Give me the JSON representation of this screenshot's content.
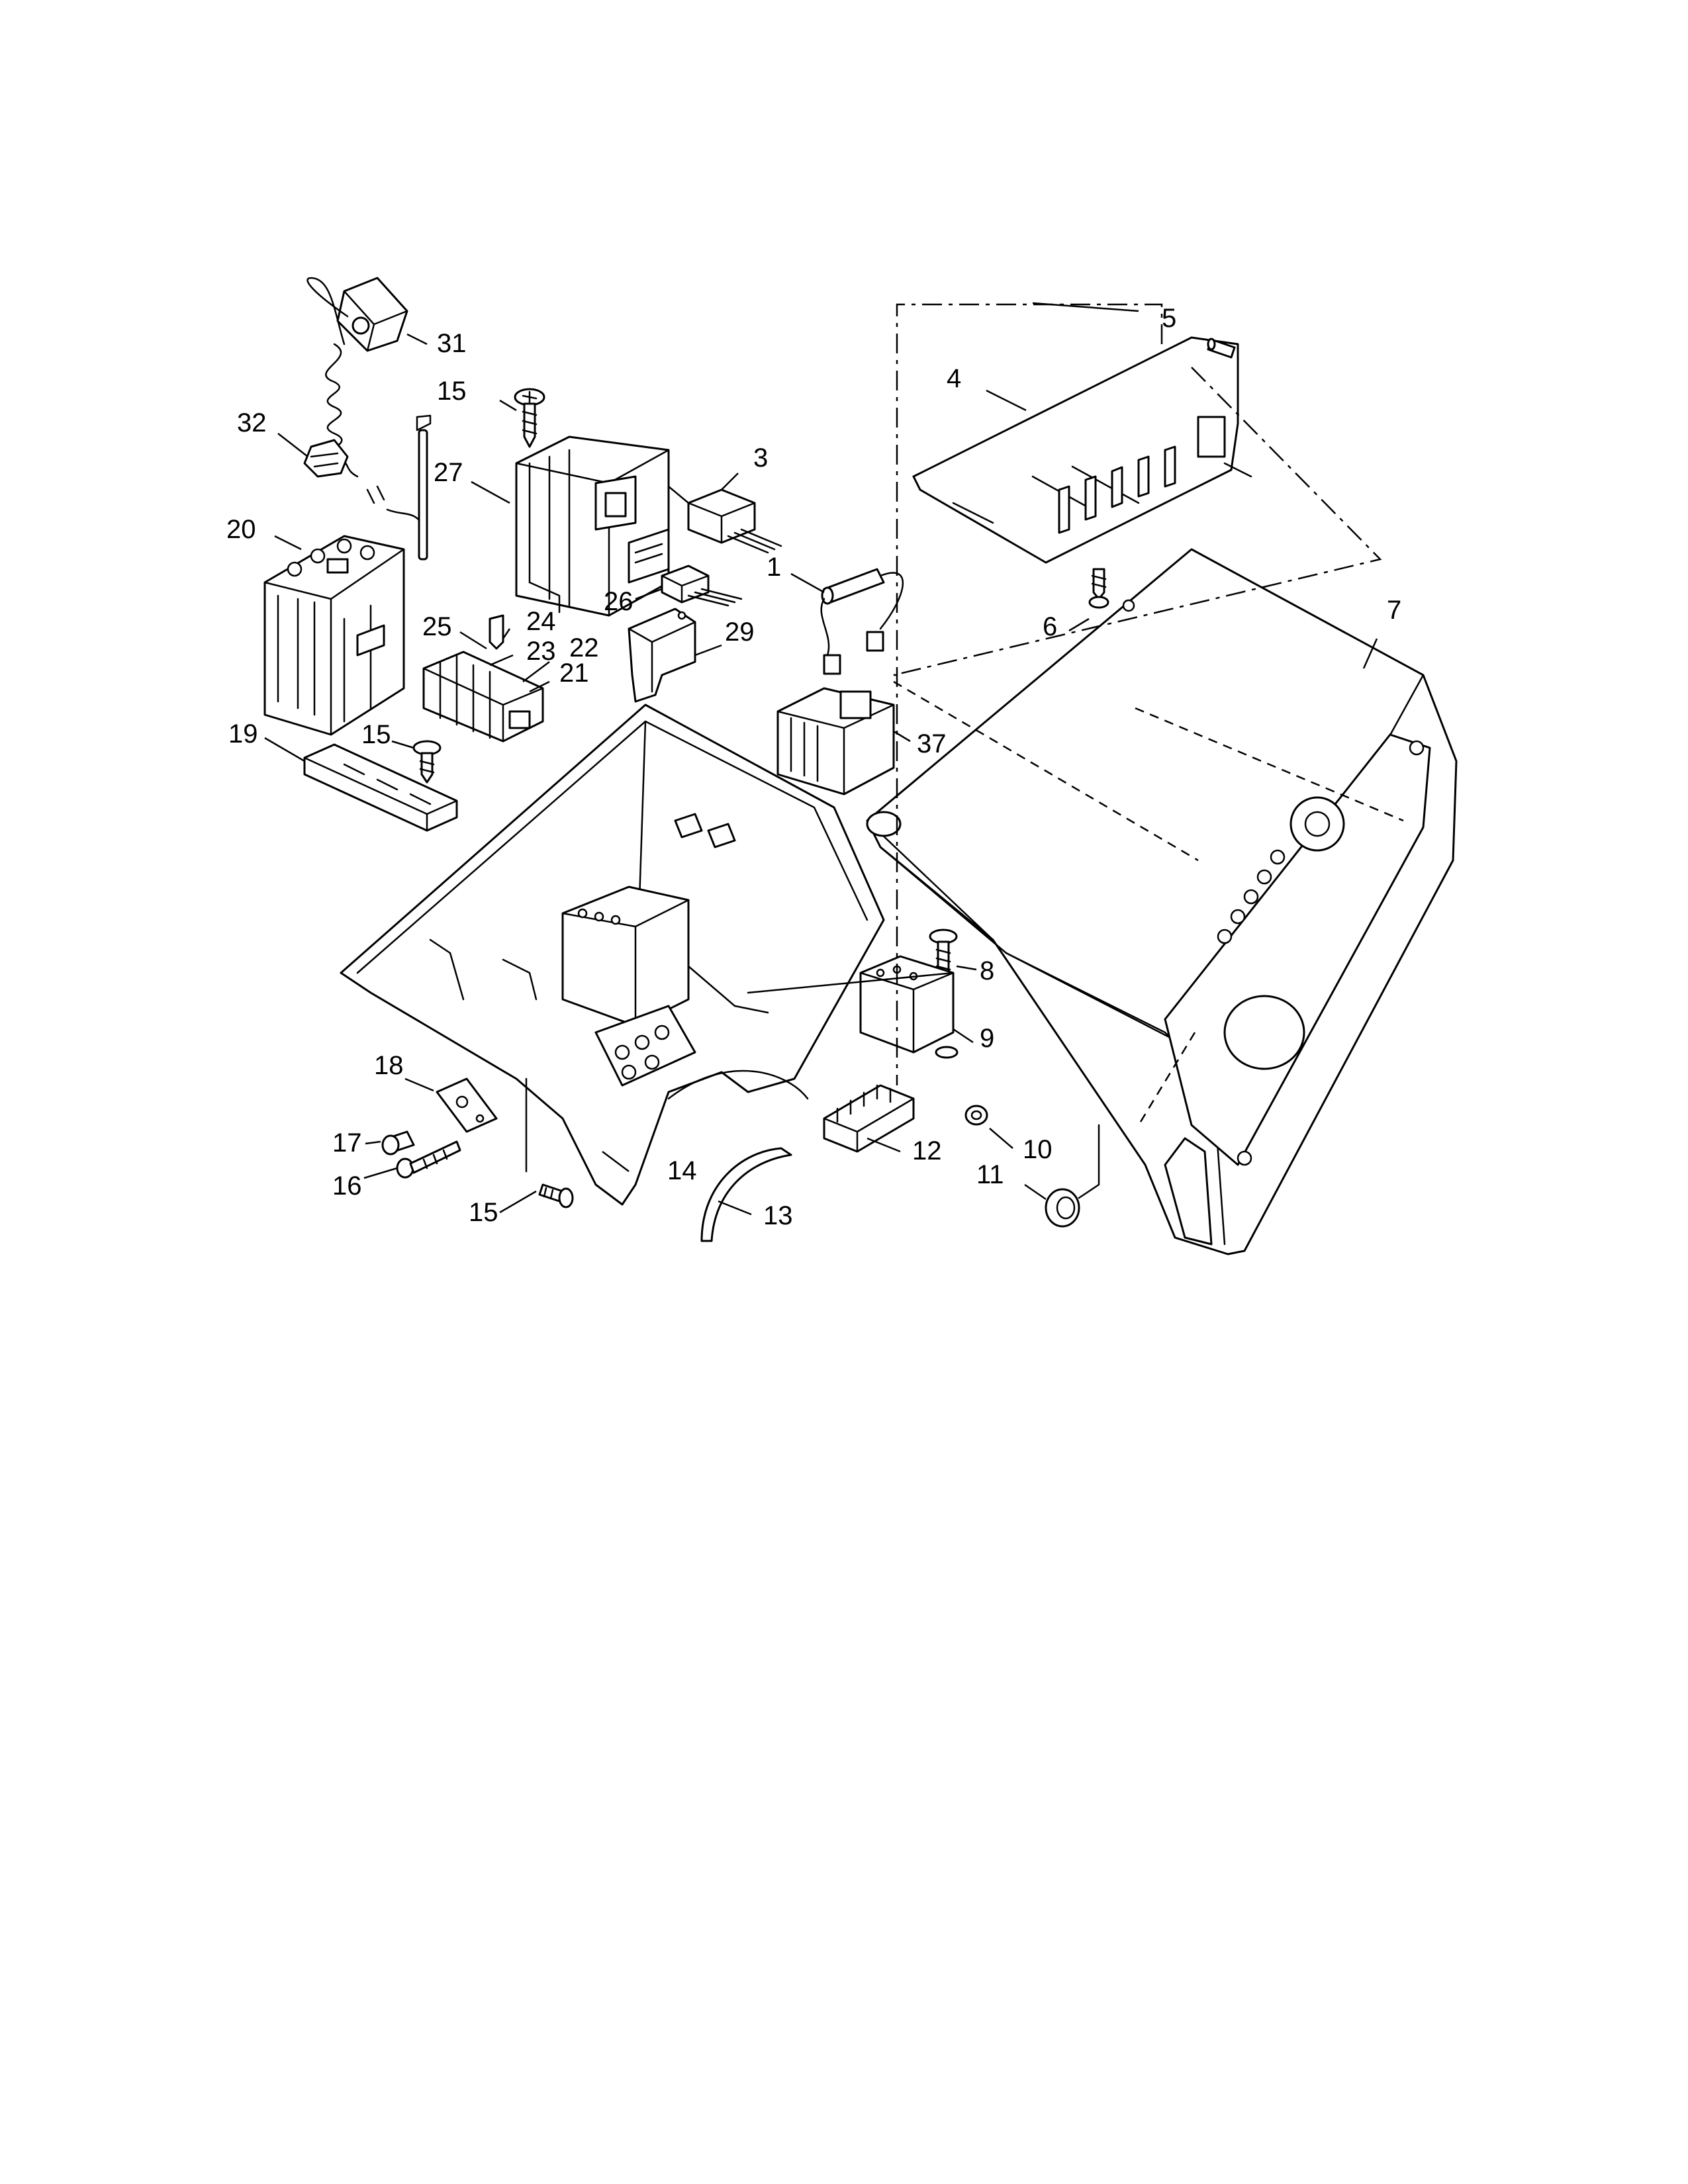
{
  "diagram": {
    "callouts": [
      {
        "id": "c31",
        "text": "31"
      },
      {
        "id": "c15a",
        "text": "15"
      },
      {
        "id": "c32",
        "text": "32"
      },
      {
        "id": "c27",
        "text": "27"
      },
      {
        "id": "c3",
        "text": "3"
      },
      {
        "id": "c20",
        "text": "20"
      },
      {
        "id": "c1",
        "text": "1"
      },
      {
        "id": "c26",
        "text": "26"
      },
      {
        "id": "c25",
        "text": "25"
      },
      {
        "id": "c24",
        "text": "24"
      },
      {
        "id": "c23",
        "text": "23"
      },
      {
        "id": "c22",
        "text": "22"
      },
      {
        "id": "c21",
        "text": "21"
      },
      {
        "id": "c29",
        "text": "29"
      },
      {
        "id": "c19",
        "text": "19"
      },
      {
        "id": "c15b",
        "text": "15"
      },
      {
        "id": "c37",
        "text": "37"
      },
      {
        "id": "c5",
        "text": "5"
      },
      {
        "id": "c4",
        "text": "4"
      },
      {
        "id": "c6",
        "text": "6"
      },
      {
        "id": "c7",
        "text": "7"
      },
      {
        "id": "c8",
        "text": "8"
      },
      {
        "id": "c9",
        "text": "9"
      },
      {
        "id": "c18",
        "text": "18"
      },
      {
        "id": "c17",
        "text": "17"
      },
      {
        "id": "c16",
        "text": "16"
      },
      {
        "id": "c15c",
        "text": "15"
      },
      {
        "id": "c14",
        "text": "14"
      },
      {
        "id": "c13",
        "text": "13"
      },
      {
        "id": "c12",
        "text": "12"
      },
      {
        "id": "c10",
        "text": "10"
      },
      {
        "id": "c11",
        "text": "11"
      }
    ]
  }
}
